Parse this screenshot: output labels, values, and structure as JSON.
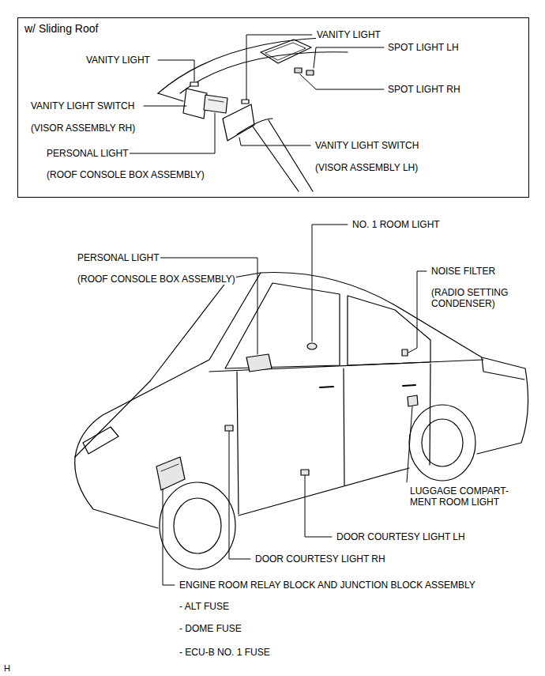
{
  "diagram": {
    "nodes": [
      {
        "text": [
          "w/ Sliding Roof"
        ]
      }
    ],
    "labels": [
      "VANITY LIGHT",
      "SPOT LIGHT LH",
      "SPOT LIGHT RH",
      "VANITY LIGHT",
      "VANITY LIGHT SWITCH",
      "(VISOR ASSEMBLY RH)",
      "PERSONAL LIGHT",
      "(ROOF CONSOLE BOX ASSEMBLY)",
      "VANITY LIGHT SWITCH",
      "(VISOR ASSEMBLY LH)",
      "NO. 1 ROOM LIGHT",
      "PERSONAL LIGHT",
      "(ROOF CONSOLE BOX ASSEMBLY)",
      "NOISE FILTER",
      "(RADIO SETTING CONDENSER)",
      "LUGGAGE COMPART- MENT ROOM LIGHT",
      "DOOR COURTESY LIGHT LH",
      "DOOR COURTESY LIGHT RH",
      "ENGINE ROOM RELAY BLOCK AND JUNCTION BLOCK ASSEMBLY",
      "- ALT FUSE",
      "- DOME FUSE",
      "- ECU-B NO. 1 FUSE",
      "H"
    ]
  }
}
